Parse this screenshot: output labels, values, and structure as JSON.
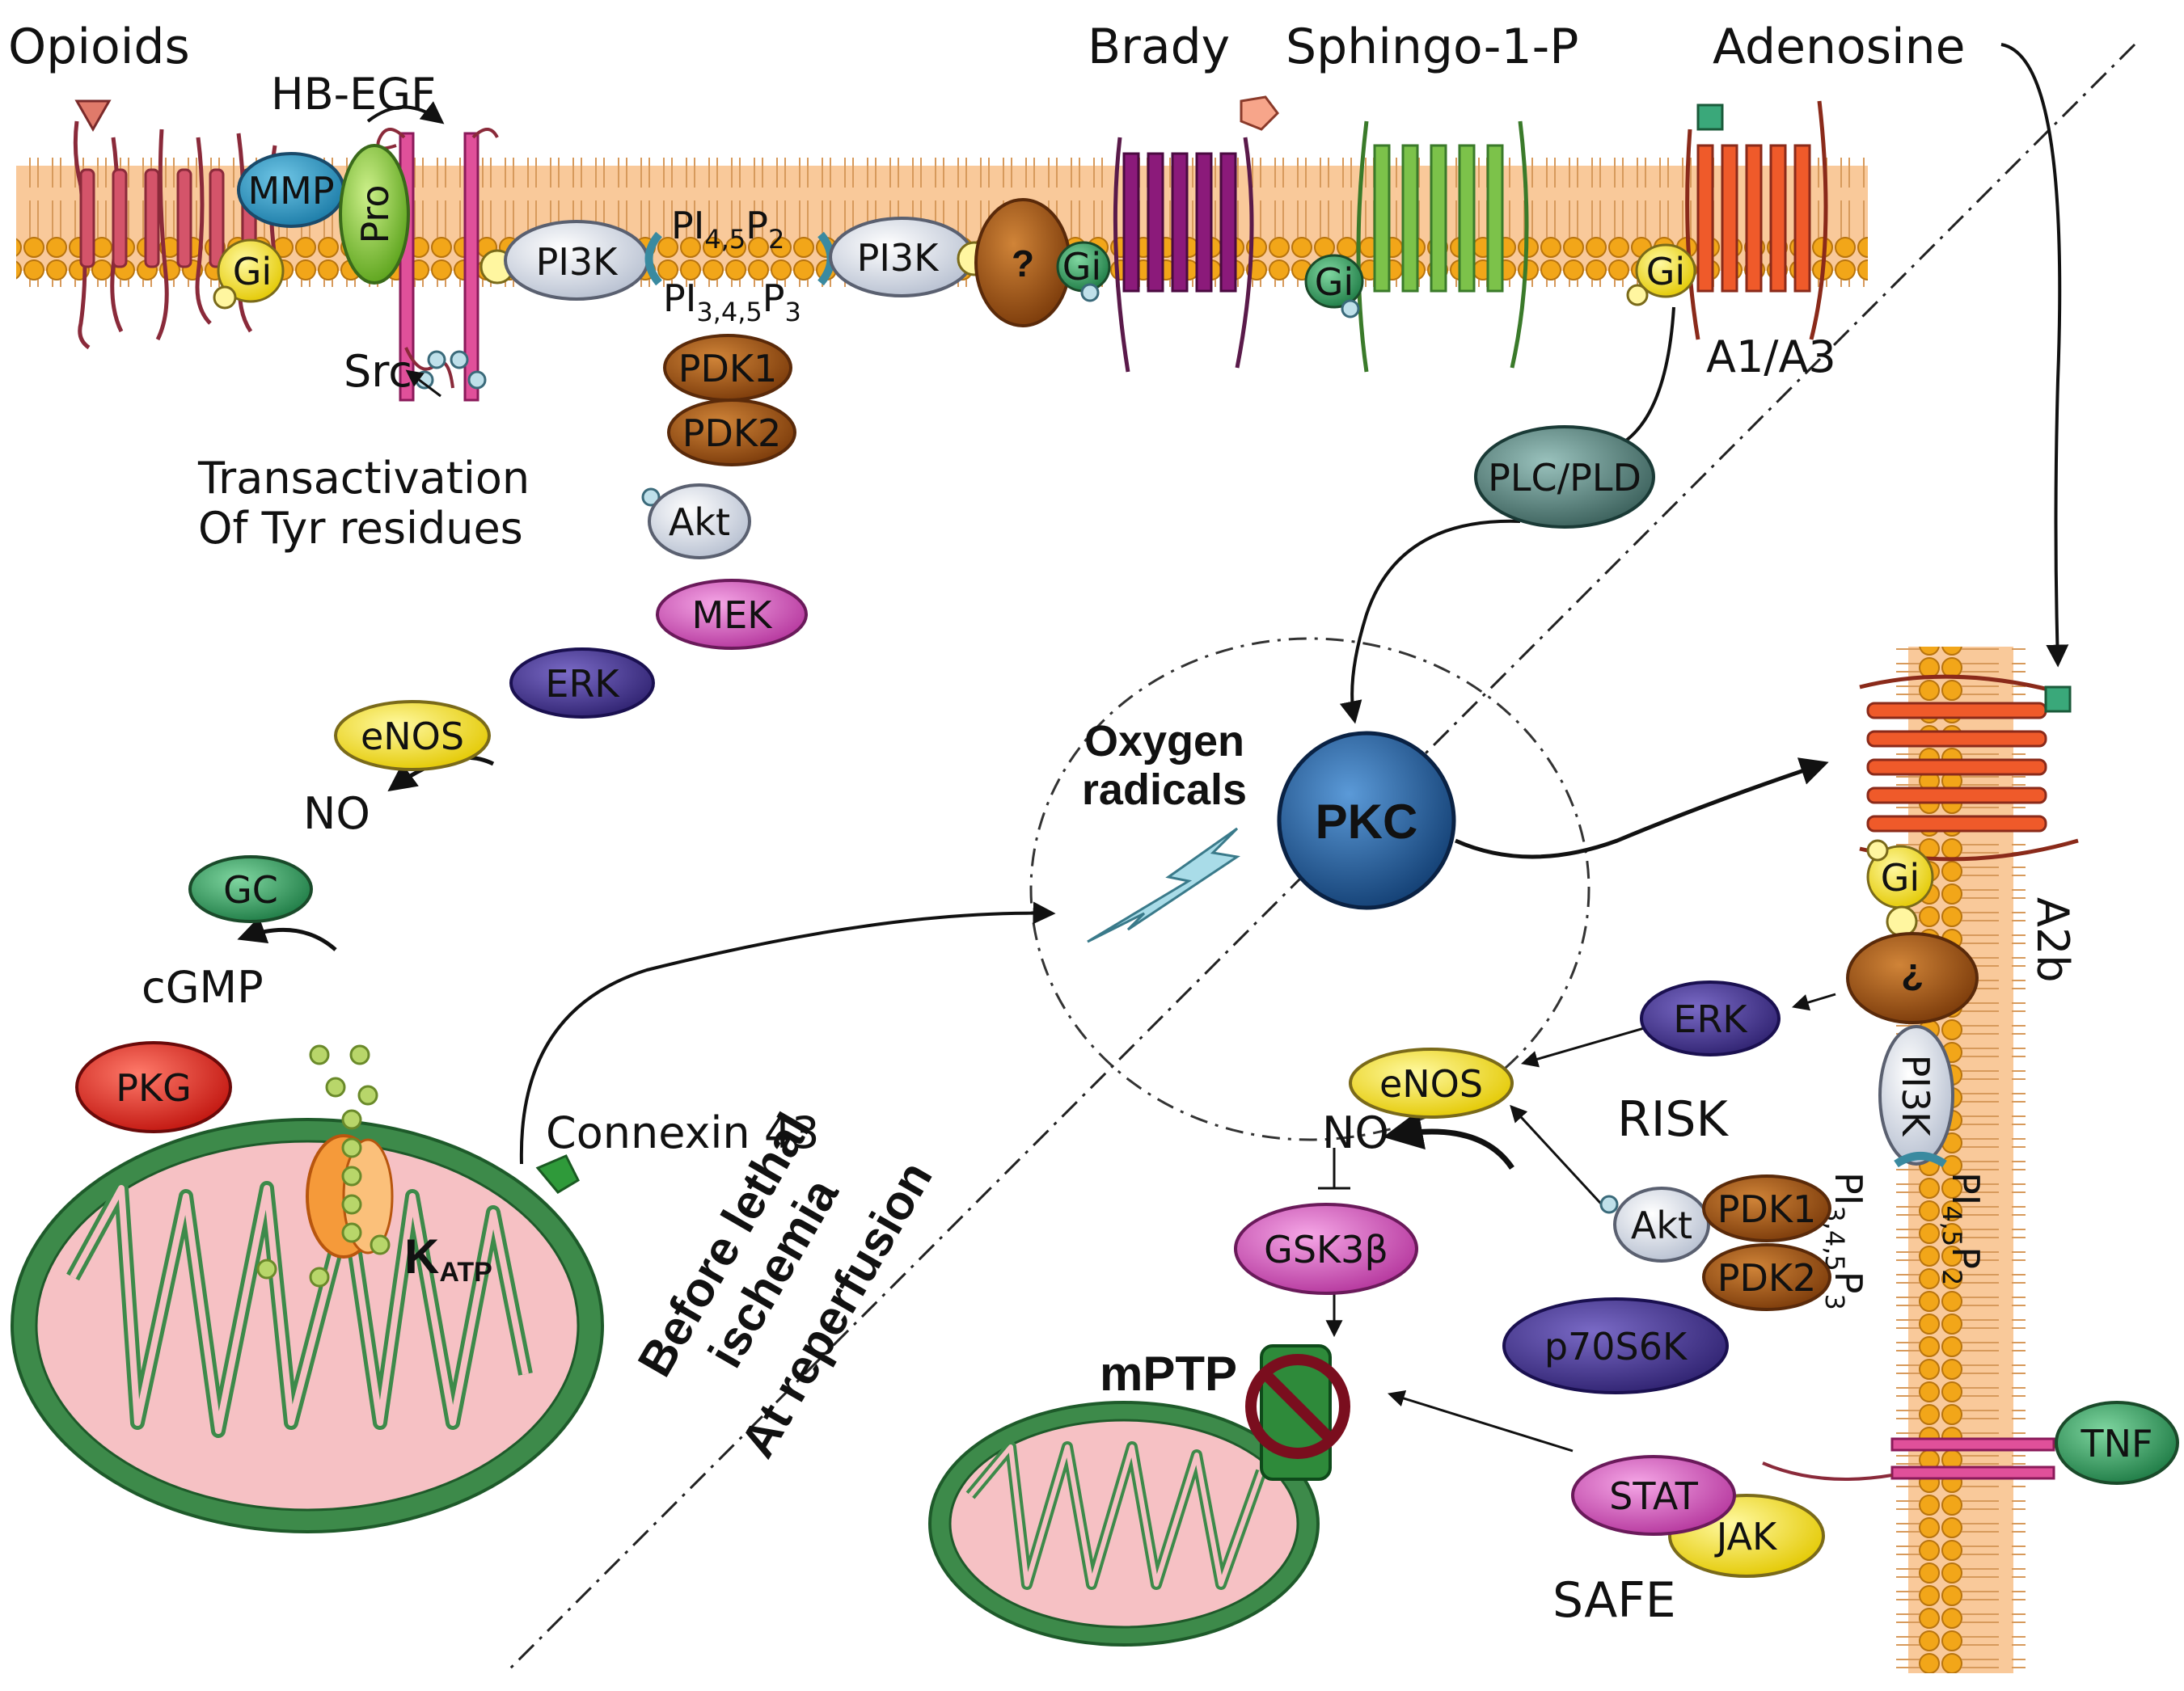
{
  "ligands": {
    "opioids": "Opioids",
    "hb_egf": "HB-EGF",
    "brady": "Brady",
    "sphingo": "Sphingo-1-P",
    "adenosine": "Adenosine"
  },
  "receptors": {
    "a1a3": "A1/A3",
    "a2b": "A2b",
    "connexin": "Connexin 43"
  },
  "nodes": {
    "mmp": "MMP",
    "pro": "Pro",
    "gi": "Gi",
    "pi3k": "PI3K",
    "pip2_main": "PI",
    "pip2_sub": "4,5",
    "pip2_tail": "P",
    "pip2_tail_sub": "2",
    "pip3_main": "PI",
    "pip3_sub": "3,4,5",
    "pip3_tail": "P",
    "pip3_tail_sub": "3",
    "unknown": "?",
    "pdk1": "PDK1",
    "pdk2": "PDK2",
    "akt": "Akt",
    "mek": "MEK",
    "erk": "ERK",
    "enos": "eNOS",
    "no": "NO",
    "gc": "GC",
    "cgmp": "cGMP",
    "pkg": "PKG",
    "plc_pld": "PLC/PLD",
    "pkc": "PKC",
    "gsk3b": "GSK3β",
    "p70s6k": "p70S6K",
    "stat": "STAT",
    "jak": "JAK",
    "tnf": "TNF",
    "src": "Src",
    "katp_main": "K",
    "katp_sub": "ATP",
    "mptp": "mPTP"
  },
  "annotations": {
    "transactivation_1": "Transactivation",
    "transactivation_2": "Of Tyr residues",
    "oxygen_1": "Oxygen",
    "oxygen_2": "radicals",
    "risk": "RISK",
    "safe": "SAFE",
    "before_1": "Before lethal",
    "before_2": "ischemia",
    "reperfusion": "At reperfusion"
  },
  "colors": {
    "membrane": "#f9c99a",
    "lipid_head": "#f2a619",
    "opioid_receptor": "#d4546a",
    "brady_receptor": "#8b1a7a",
    "sphingo_receptor": "#7cc24a",
    "adenosine_receptor": "#ef5a2a",
    "pdk": "#9c4d12",
    "erk": "#4e3d96",
    "enos": "#f2e21a",
    "gc": "#2b9a5c",
    "pkg": "#e0261c",
    "pkc": "#1f5a9a",
    "mito_outer": "#3d8a4a",
    "mito_inner": "#f6c1c4"
  }
}
